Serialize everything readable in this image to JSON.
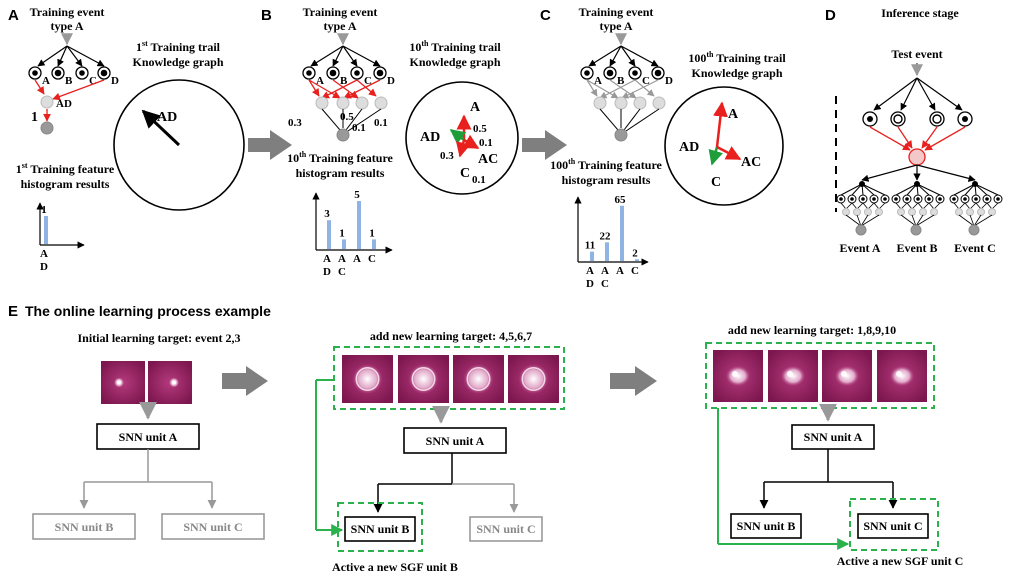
{
  "panels": {
    "A": {
      "letter": "A",
      "event_title": [
        "Training event",
        "type A"
      ],
      "kg_title_prefix": "1",
      "kg_title_sup": "st",
      "kg_title_rest": " Training trail",
      "kg_title_line2": "Knowledge graph",
      "nodes": [
        "A",
        "B",
        "C",
        "D"
      ],
      "merged_label": "AD",
      "count_label": "1",
      "vector_label": "AD",
      "hist_title_prefix": "1",
      "hist_title_sup": "st",
      "hist_title_rest": " Training feature",
      "hist_title_line2": "histogram results",
      "hist_bars": [
        {
          "label_top": "A",
          "label_bottom": "D",
          "value": 1
        }
      ]
    },
    "B": {
      "letter": "B",
      "event_title": [
        "Training event",
        "type A"
      ],
      "kg_title_prefix": "10",
      "kg_title_sup": "th",
      "kg_title_rest": " Training trail",
      "kg_title_line2": "Knowledge graph",
      "nodes": [
        "A",
        "B",
        "C",
        "D"
      ],
      "weights": [
        "0.3",
        "0.5",
        "0.1",
        "0.1"
      ],
      "vector_labels": {
        "A": "A",
        "AD": "AD",
        "AC": "AC",
        "C": "C"
      },
      "vector_weights": {
        "A": "0.5",
        "AD": "0.3",
        "AC": "0.1",
        "C": "0.1"
      },
      "hist_title_prefix": "10",
      "hist_title_sup": "th",
      "hist_title_rest": " Training feature",
      "hist_title_line2": "histogram results",
      "hist_bars": [
        {
          "label_top": "A",
          "label_bottom": "D",
          "value": 3
        },
        {
          "label_top": "A",
          "label_bottom": "C",
          "value": 1
        },
        {
          "label_top": "A",
          "label_bottom": "",
          "value": 5
        },
        {
          "label_top": "C",
          "label_bottom": "",
          "value": 1
        }
      ]
    },
    "C": {
      "letter": "C",
      "event_title": [
        "Training event",
        "type A"
      ],
      "kg_title_prefix": "100",
      "kg_title_sup": "th",
      "kg_title_rest": " Training trail",
      "kg_title_line2": "Knowledge graph",
      "nodes": [
        "A",
        "B",
        "C",
        "D"
      ],
      "vector_labels": {
        "A": "A",
        "AD": "AD",
        "AC": "AC",
        "C": "C"
      },
      "hist_title_prefix": "100",
      "hist_title_sup": "th",
      "hist_title_rest": " Training feature",
      "hist_title_line2": "histogram results",
      "hist_bars": [
        {
          "label_top": "A",
          "label_bottom": "D",
          "value": 11
        },
        {
          "label_top": "A",
          "label_bottom": "C",
          "value": 22
        },
        {
          "label_top": "A",
          "label_bottom": "",
          "value": 65
        },
        {
          "label_top": "C",
          "label_bottom": "",
          "value": 2
        }
      ]
    },
    "D": {
      "letter": "D",
      "title": "Inference stage",
      "test_event": "Test event",
      "events": [
        "Event A",
        "Event B",
        "Event C"
      ]
    },
    "E": {
      "letter": "E",
      "title": "The online learning process example",
      "step1_title": "Initial learning target: event 2,3",
      "step2_title": "add new learning target: 4,5,6,7",
      "step3_title": "add new learning target: 1,8,9,10",
      "unit_a": "SNN unit A",
      "unit_b": "SNN unit B",
      "unit_c": "SNN unit C",
      "active_b": "Active a new SGF unit B",
      "active_c": "Active a new SGF unit C"
    }
  },
  "colors": {
    "red": "#e8201e",
    "green": "#1f9d3a",
    "dashed_green": "#2bb24c",
    "bar_blue": "#8fb4e3",
    "gray": "#888888",
    "arrow_gray": "#7f7f7f",
    "image_magenta": "#8d1d5e"
  }
}
